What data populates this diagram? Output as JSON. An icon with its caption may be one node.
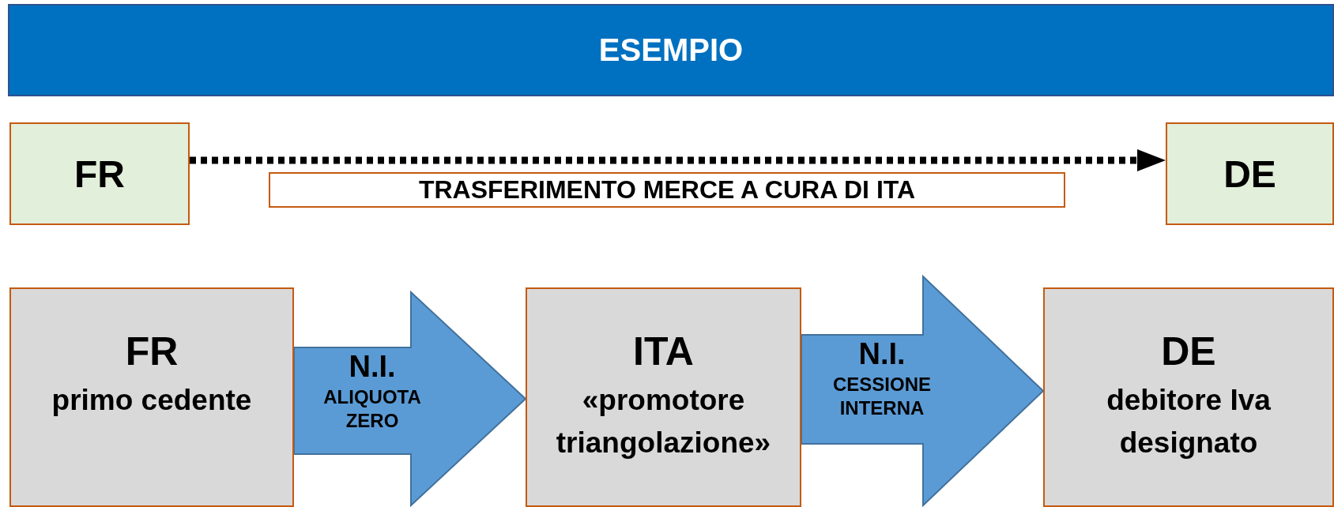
{
  "diagram": {
    "title": "ESEMPIO",
    "nodes": [
      {
        "text": [
          "FR"
        ]
      },
      {
        "text": [
          "DE"
        ]
      },
      {
        "text": [
          "FR",
          "primo cedente"
        ]
      },
      {
        "text": [
          "ITA",
          "«promotore triangolazione»"
        ]
      },
      {
        "text": [
          "DE",
          "debitore Iva designato"
        ]
      }
    ],
    "edges": [
      {
        "from": 0,
        "to": 1,
        "arrow": "to",
        "label": "TRASFERIMENTO MERCE A CURA DI ITA",
        "style": "dashed"
      },
      {
        "from": 2,
        "to": 3,
        "arrow": "to",
        "label": "N.I. ALIQUOTA ZERO"
      },
      {
        "from": 3,
        "to": 4,
        "arrow": "to",
        "label": "N.I. CESSIONE INTERNA"
      }
    ]
  }
}
